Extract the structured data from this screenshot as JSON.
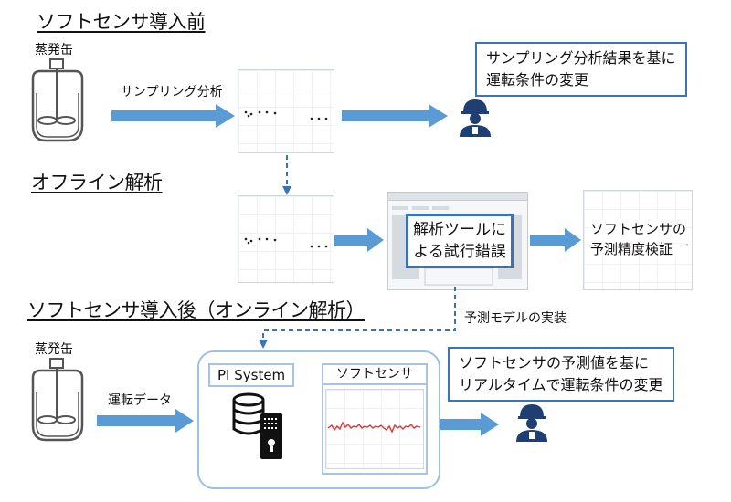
{
  "sections": {
    "before": {
      "heading": "ソフトセンサ導入前",
      "vessel_label": "蒸発缶",
      "arrow_label": "サンプリング分析",
      "callout": [
        "サンプリング分析結果を基に",
        "運転条件の変更"
      ]
    },
    "offline": {
      "heading": "オフライン解析",
      "tool_label": [
        "解析ツールに",
        "よる試行錯誤"
      ],
      "verify_label": [
        "ソフトセンサの",
        "予測精度検証"
      ],
      "implement_label": "予測モデルの実装"
    },
    "after": {
      "heading": "ソフトセンサ導入後（オンライン解析）",
      "vessel_label": "蒸発缶",
      "arrow_label": "運転データ",
      "system_label": "PI System",
      "sensor_label": "ソフトセンサ",
      "callout": [
        "ソフトセンサの予測値を基に",
        "リアルタイムで運転条件の変更"
      ]
    }
  },
  "colors": {
    "arrow": "#5b9bd5",
    "callout_border": "#3b73b8",
    "panel_border": "#9ec1dd",
    "worker": "#1f3f74",
    "trend_line": "#e0353a"
  },
  "icons": [
    "vessel-icon",
    "worker-icon",
    "database-icon",
    "server-icon"
  ]
}
